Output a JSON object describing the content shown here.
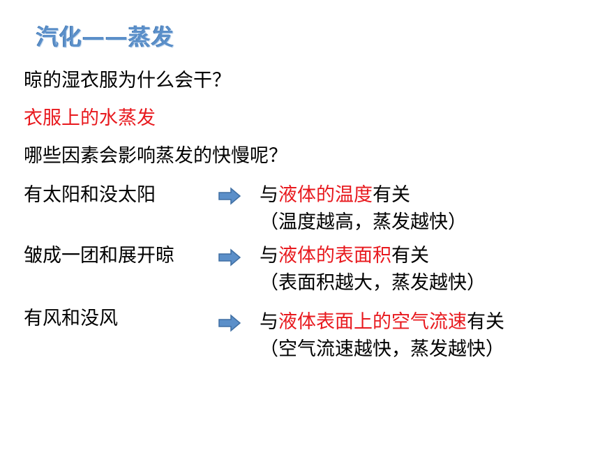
{
  "slide": {
    "title": "汽化——蒸发",
    "question": "晾的湿衣服为什么会干？",
    "answer": "衣服上的水蒸发",
    "prompt": "哪些因素会影响蒸发的快慢呢？"
  },
  "factors": [
    {
      "condition": "有太阳和没太阳",
      "prefix": "与",
      "factor": "液体的温度",
      "suffix": "有关",
      "explanation": "（温度越高，蒸发越快）"
    },
    {
      "condition": "皱成一团和展开晾",
      "prefix": "与",
      "factor": "液体的表面积",
      "suffix": "有关",
      "explanation": "（表面积越大，蒸发越快）"
    },
    {
      "condition": "有风和没风",
      "prefix": "与",
      "factor": "液体表面上的空气流速",
      "suffix": "有关",
      "explanation": "（空气流速越快，蒸发越快）"
    }
  ],
  "icons": {
    "arrow": "right-arrow-icon"
  },
  "colors": {
    "title": "#5b8fc9",
    "highlight": "#e8191e",
    "arrow": "#5b8fc9"
  }
}
